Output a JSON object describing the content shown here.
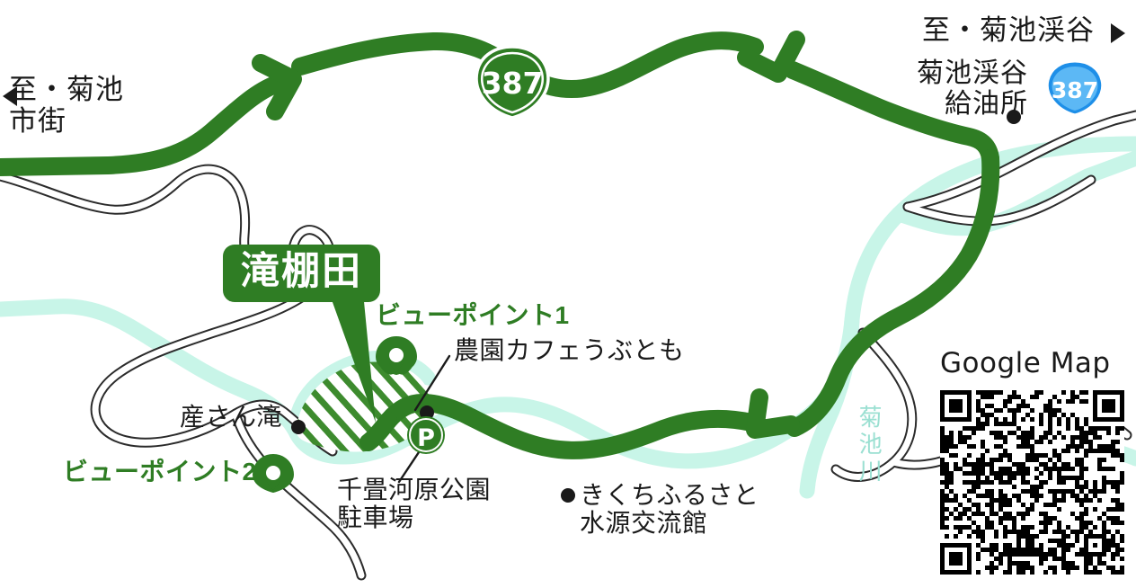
{
  "map": {
    "title_callout": "滝棚田",
    "colors": {
      "road_green": "#2F7D24",
      "river_cyan": "#C8F5E8",
      "river_label": "#9BE0D2",
      "minor_road_stroke": "#2b2b2b",
      "shield_blue": "#1E8FE8",
      "shield_blue_inner": "#5CB8F5",
      "text_black": "#1a1a1a",
      "background": "#ffffff"
    },
    "direction_labels": [
      {
        "id": "to-kikuchi-city",
        "line1": "至・菊池",
        "line2": "市街",
        "arrow": "left"
      },
      {
        "id": "to-kikuchi-keikoku",
        "line1": "至・菊池渓谷",
        "arrow": "right"
      }
    ],
    "route_shields": [
      {
        "id": "route-387-green",
        "number": "387",
        "style": "green"
      },
      {
        "id": "route-387-blue",
        "number": "387",
        "style": "blue"
      }
    ],
    "poi": [
      {
        "id": "gas-station",
        "label": "菊池渓谷\n給油所",
        "marker": "dot"
      },
      {
        "id": "viewpoint-1",
        "label": "ビューポイント1",
        "marker": "pin"
      },
      {
        "id": "viewpoint-2",
        "label": "ビューポイント2",
        "marker": "pin"
      },
      {
        "id": "farm-cafe",
        "label": "農園カフェうぶとも",
        "marker": "dot-leader"
      },
      {
        "id": "sansan-taki",
        "label": "産さん滝",
        "marker": "dot"
      },
      {
        "id": "parking",
        "label": "千畳河原公園\n駐車場",
        "marker": "parking-p"
      },
      {
        "id": "furusato",
        "label": "きくちふるさと\n水源交流館",
        "marker": "dot"
      }
    ],
    "gas_station_line1": "菊池渓谷",
    "gas_station_line2": "給油所",
    "viewpoint1_label": "ビューポイント1",
    "viewpoint2_label": "ビューポイント2",
    "cafe_label": "農園カフェうぶとも",
    "sansan_taki_label": "産さん滝",
    "parking_line1": "千畳河原公園",
    "parking_line2": "駐車場",
    "furusato_line1": "きくちふるさと",
    "furusato_line2": "水源交流館",
    "river_label": "菊池川",
    "parking_marker_letter": "P"
  },
  "google_map": {
    "title": "Google Map",
    "qr_present": true
  }
}
